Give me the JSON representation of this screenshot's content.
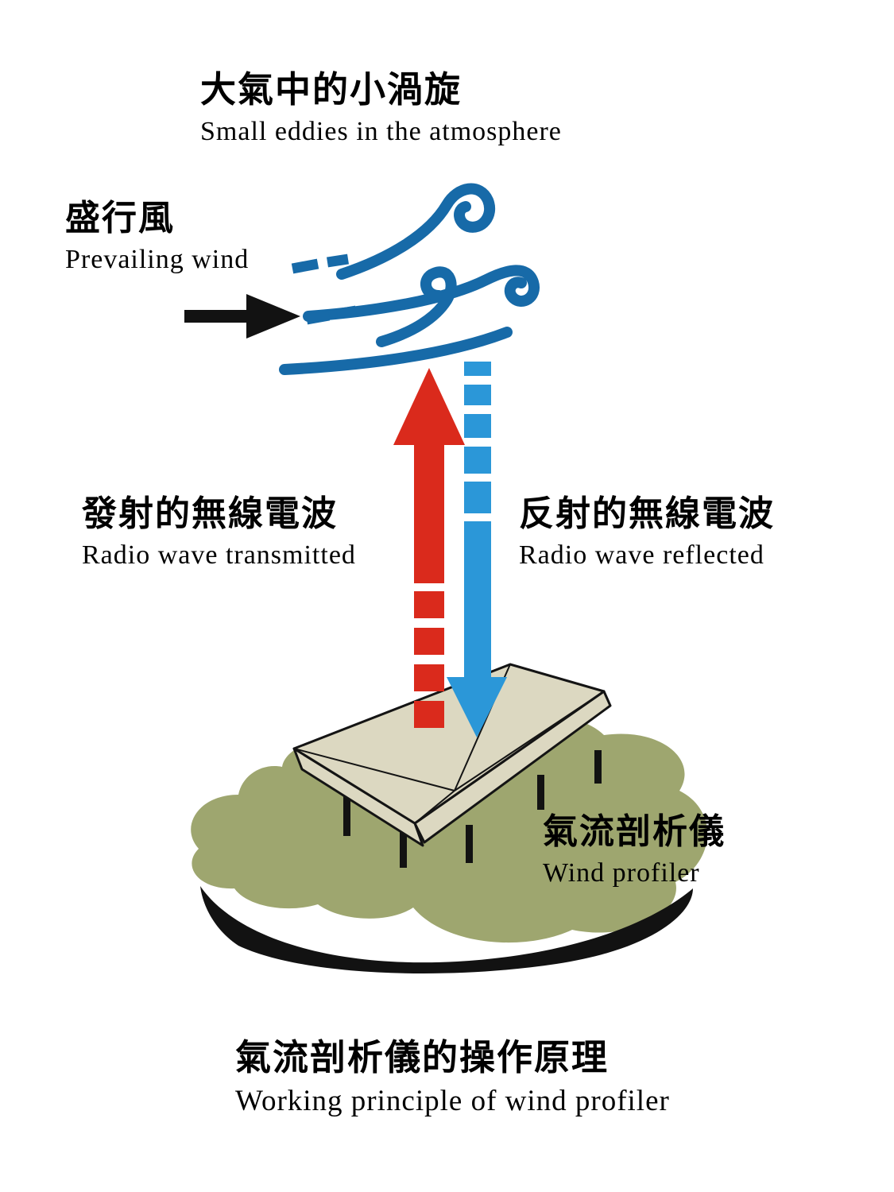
{
  "labels": {
    "eddies": {
      "zh": "大氣中的小渦旋",
      "en": "Small eddies in the atmosphere"
    },
    "prevailing_wind": {
      "zh": "盛行風",
      "en": "Prevailing wind"
    },
    "transmitted": {
      "zh": "發射的無線電波",
      "en": "Radio wave transmitted"
    },
    "reflected": {
      "zh": "反射的無線電波",
      "en": "Radio wave reflected"
    },
    "profiler": {
      "zh": "氣流剖析儀",
      "en": "Wind profiler"
    },
    "caption": {
      "zh": "氣流剖析儀的操作原理",
      "en": "Working principle of wind profiler"
    }
  },
  "colors": {
    "eddy_blue": "#176aa8",
    "radio_red": "#da2a1c",
    "radio_blue": "#2b97d8",
    "grass_green": "#9ea66f",
    "antenna_beige": "#dcd8c1",
    "shadow_black": "#121212",
    "text_black": "#000000"
  }
}
